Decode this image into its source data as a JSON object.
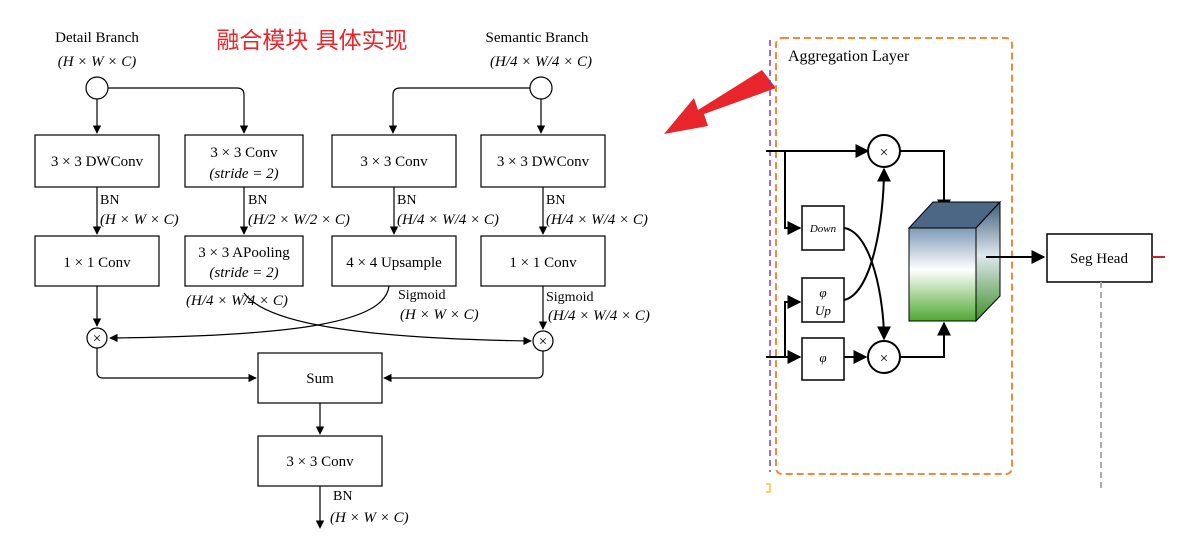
{
  "annotation": "融合模块 具体实现",
  "left": {
    "detail_branch": {
      "title": "Detail Branch",
      "shape": "(H × W × C)"
    },
    "semantic_branch": {
      "title": "Semantic Branch",
      "shape": "(H/4 × W/4 × C)"
    },
    "boxes": {
      "dwconv_left": "3 × 3 DWConv",
      "conv_stride_line1": "3 × 3 Conv",
      "conv_stride_line2": "(stride = 2)",
      "conv_mid": "3 × 3 Conv",
      "dwconv_right": "3 × 3 DWConv",
      "conv1x1_left": "1 × 1 Conv",
      "apool_line1": "3 × 3 APooling",
      "apool_line2": "(stride = 2)",
      "upsample": "4 × 4 Upsample",
      "conv1x1_right": "1 × 1 Conv",
      "sum": "Sum",
      "conv_final": "3 × 3 Conv"
    },
    "labels": {
      "bn1": "BN",
      "bn1_shape": "(H × W × C)",
      "bn2": "BN",
      "bn2_shape": "(H/2 × W/2 × C)",
      "bn3": "BN",
      "bn3_shape": "(H/4 × W/4 × C)",
      "bn4": "BN",
      "bn4_shape": "(H/4 × W/4 × C)",
      "apool_shape": "(H/4 × W/4 × C)",
      "sigmoid_mid": "Sigmoid",
      "sigmoid_mid_shape": "(H × W × C)",
      "sigmoid_right": "Sigmoid",
      "sigmoid_right_shape": "(H/4 × W/4 × C)",
      "bn_final": "BN",
      "bn_final_shape": "(H × W × C)"
    },
    "multiply_symbol": "×"
  },
  "right": {
    "title": "Aggregation Layer",
    "down_label": "Down",
    "phi_up_line1": "φ",
    "phi_up_line2": "Up",
    "phi_label": "φ",
    "seg_head": "Seg Head",
    "multiply_symbol": "×"
  },
  "colors": {
    "arrow_red": "#e8252a",
    "dashed_orange": "#f08a3c",
    "dashed_purple": "#7b3fbf",
    "dashed_gray": "#aaaaaa",
    "cube_top": "#5a7390",
    "cube_bottom": "#5aa83a"
  }
}
